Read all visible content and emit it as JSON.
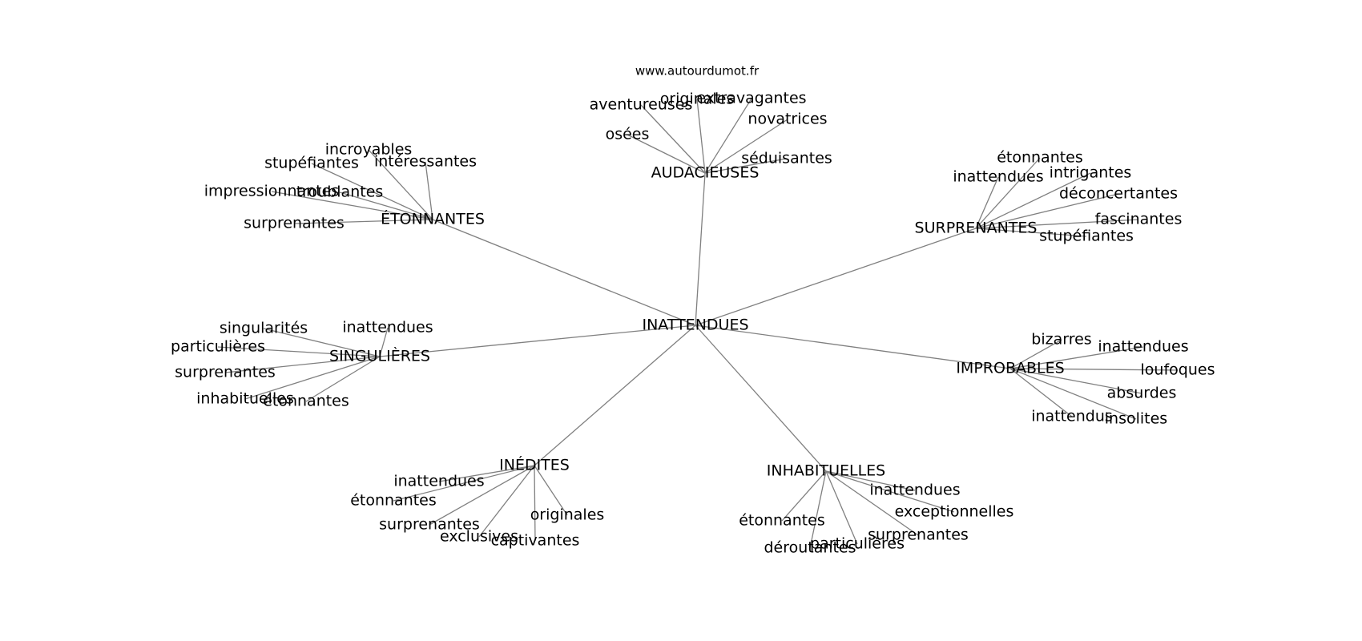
{
  "source": "www.autourdumot.fr",
  "center": "INATTENDUES",
  "clusters": [
    {
      "hub": "AUDACIEUSES",
      "leaves": [
        "aventureuses",
        "originales",
        "extravagantes",
        "novatrices",
        "osées",
        "séduisantes"
      ]
    },
    {
      "hub": "ÉTONNANTES",
      "leaves": [
        "incroyables",
        "stupéfiantes",
        "intéressantes",
        "impressionnantes",
        "troublantes",
        "surprenantes"
      ]
    },
    {
      "hub": "SURPRENANTES",
      "leaves": [
        "étonnantes",
        "inattendues",
        "intrigantes",
        "déconcertantes",
        "fascinantes",
        "stupéfiantes"
      ]
    },
    {
      "hub": "SINGULIÈRES",
      "leaves": [
        "singularités",
        "inattendues",
        "particulières",
        "surprenantes",
        "inhabituelles",
        "étonnantes"
      ]
    },
    {
      "hub": "IMPROBABLES",
      "leaves": [
        "bizarres",
        "inattendues",
        "loufoques",
        "absurdes",
        "inattendus",
        "insolites"
      ]
    },
    {
      "hub": "INÉDITES",
      "leaves": [
        "inattendues",
        "étonnantes",
        "surprenantes",
        "exclusives",
        "captivantes",
        "originales"
      ]
    },
    {
      "hub": "INHABITUELLES",
      "leaves": [
        "inattendues",
        "exceptionnelles",
        "étonnantes",
        "surprenantes",
        "particulières",
        "déroutantes"
      ]
    }
  ]
}
